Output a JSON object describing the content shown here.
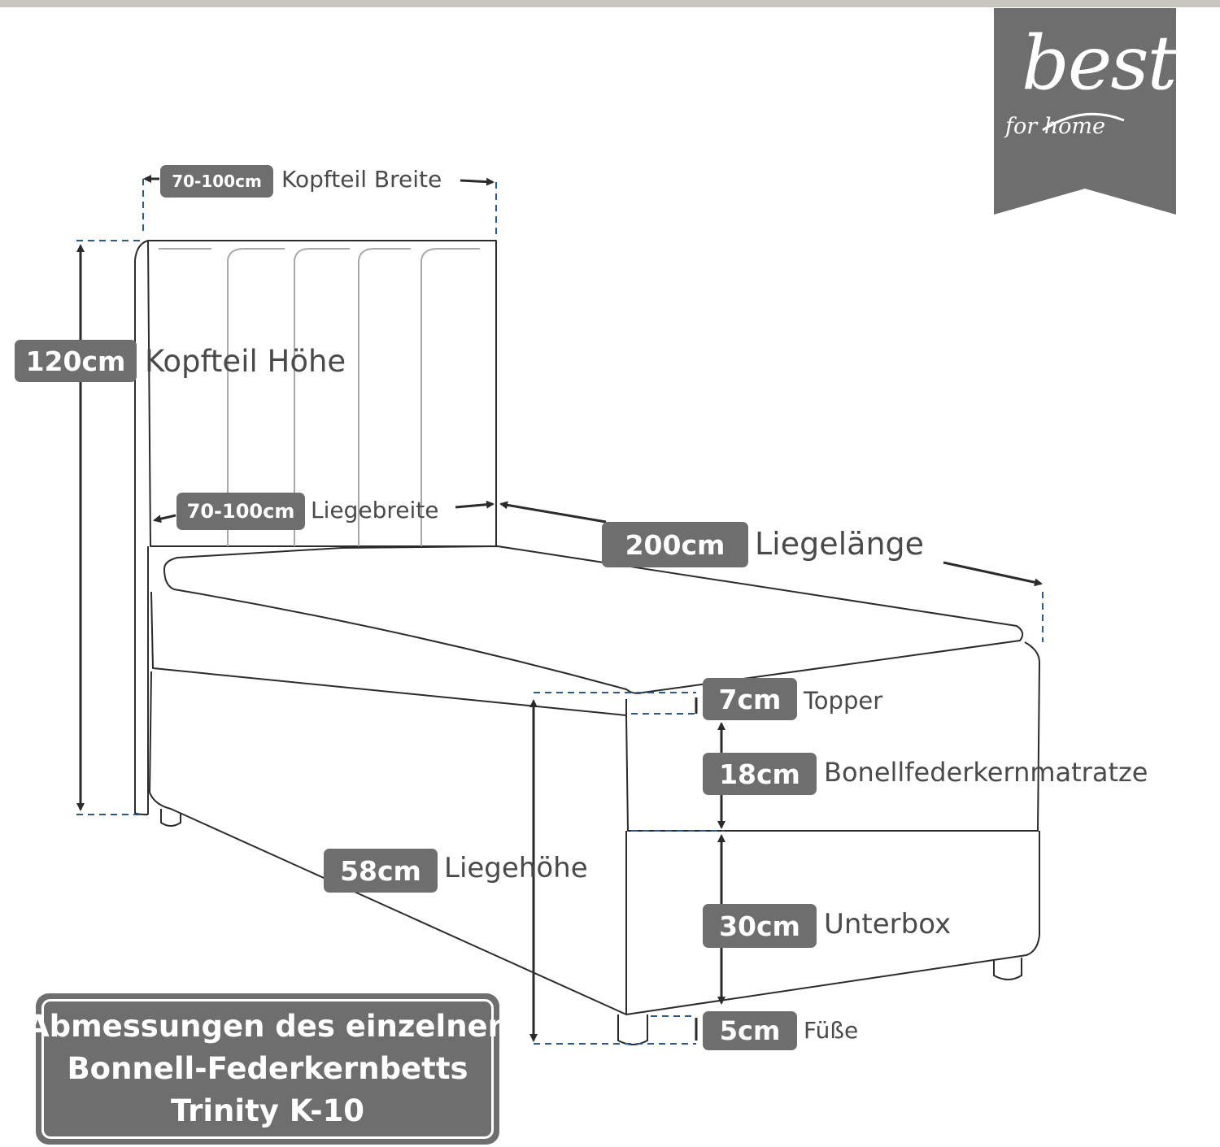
{
  "colors": {
    "pill": "#6e6e6e",
    "label": "#4a4a4a",
    "line": "#2b2b2b",
    "top_bar": "#c9c6c0"
  },
  "logo": {
    "main": "best",
    "sub": "for home"
  },
  "dimensions": {
    "kopfteil_breite": {
      "value": "70-100cm",
      "label": "Kopfteil Breite"
    },
    "kopfteil_hoehe": {
      "value": "120cm",
      "label": "Kopfteil Höhe"
    },
    "liegebreite": {
      "value": "70-100cm",
      "label": "Liegebreite"
    },
    "liegelaenge": {
      "value": "200cm",
      "label": "Liegelänge"
    },
    "topper": {
      "value": "7cm",
      "label": "Topper"
    },
    "matratze": {
      "value": "18cm",
      "label": "Bonellfederkernmatratze"
    },
    "liegehoehe": {
      "value": "58cm",
      "label": "Liegehöhe"
    },
    "unterbox": {
      "value": "30cm",
      "label": "Unterbox"
    },
    "fuesse": {
      "value": "5cm",
      "label": "Füße"
    }
  },
  "caption": {
    "line1": "Abmessungen des einzelnen",
    "line2": "Bonnell-Federkernbetts",
    "line3": "Trinity K-10"
  }
}
